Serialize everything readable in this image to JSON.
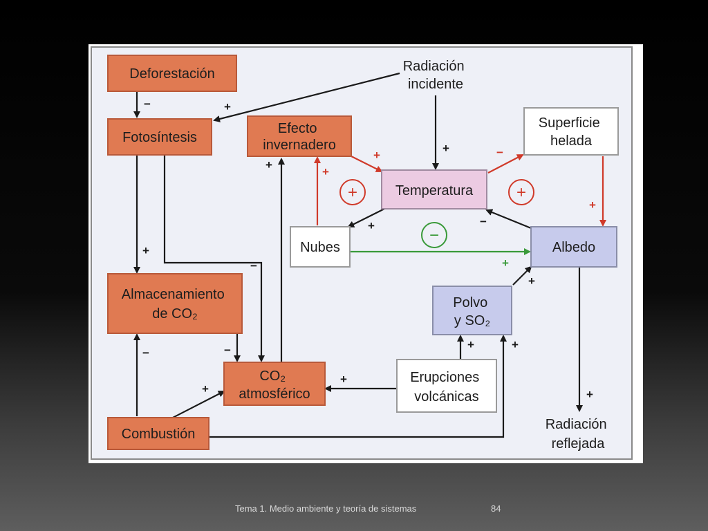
{
  "nodes": {
    "deforestacion": [
      "Deforestación"
    ],
    "fotosintesis": [
      "Fotosíntesis"
    ],
    "radiacion_incidente": [
      "Radiación",
      "incidente"
    ],
    "efecto_invernadero": [
      "Efecto",
      "invernadero"
    ],
    "superficie_helada": [
      "Superficie",
      "helada"
    ],
    "temperatura": [
      "Temperatura"
    ],
    "nubes": [
      "Nubes"
    ],
    "albedo": [
      "Albedo"
    ],
    "almacenamiento": [
      "Almacenamiento",
      "de CO₂"
    ],
    "polvo": [
      "Polvo",
      "y SO₂"
    ],
    "co2_atmosferico": [
      "CO₂",
      "atmosférico"
    ],
    "erupciones": [
      "Erupciones",
      "volcánicas"
    ],
    "combustion": [
      "Combustión"
    ],
    "radiacion_reflejada": [
      "Radiación",
      "reflejada"
    ]
  },
  "loop_signs": {
    "left": "+",
    "middle": "−",
    "right": "+"
  },
  "signs": {
    "def_fot": "−",
    "rad_fot": "+",
    "rad_temp": "+",
    "inv_temp": "+",
    "nub_inv": "+",
    "temp_sup": "−",
    "sup_alb": "+",
    "temp_nub": "+",
    "alb_temp": "−",
    "nub_alb": "+",
    "pol_alb": "+",
    "fot_alm": "+",
    "fot_co2": "−",
    "co2_inv": "+",
    "alm_co2": "−",
    "com_alm": "−",
    "com_co2": "+",
    "eru_co2": "+",
    "eru_pol": "+",
    "com_pol": "+",
    "alb_ref": "+"
  },
  "colors": {
    "orange_node": "#e07a52",
    "orange_border": "#b8593a",
    "pink_node": "#eccbe2",
    "blue_node": "#c7cbec",
    "panel_bg": "#eef0f7",
    "red_arrow": "#d03a2a",
    "green_arrow": "#3a9a3a",
    "black_arrow": "#1a1a1a"
  },
  "footer": {
    "title": "Tema 1. Medio ambiente y teoría de sistemas",
    "page": "84"
  }
}
